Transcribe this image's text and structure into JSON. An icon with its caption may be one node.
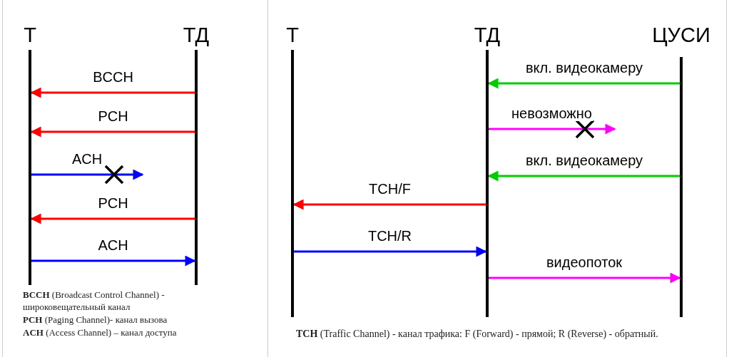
{
  "diagram": {
    "nodes": [
      {
        "text": [
          "Т"
        ]
      },
      {
        "text": [
          "ТД"
        ]
      },
      {
        "text": [
          "Т"
        ]
      },
      {
        "text": [
          "ТД"
        ]
      },
      {
        "text": [
          "ЦУСИ"
        ]
      }
    ],
    "edges": [
      {
        "from": 1,
        "to": 0,
        "arrow": "to",
        "label": "BCCH",
        "color": "#ff0000"
      },
      {
        "from": 1,
        "to": 0,
        "arrow": "to",
        "label": "PCH",
        "color": "#ff0000"
      },
      {
        "from": 0,
        "to": null,
        "arrow": "to",
        "label": "ACH",
        "color": "#0000ff"
      },
      {
        "from": 1,
        "to": 0,
        "arrow": "to",
        "label": "PCH",
        "color": "#ff0000"
      },
      {
        "from": 0,
        "to": 1,
        "arrow": "to",
        "label": "ACH",
        "color": "#0000ff"
      },
      {
        "from": 4,
        "to": 3,
        "arrow": "to",
        "label": "вкл. видеокамеру",
        "color": "#00cc00"
      },
      {
        "from": 3,
        "to": null,
        "arrow": "to",
        "label": "невозможно",
        "color": "#ff00ff"
      },
      {
        "from": 4,
        "to": 3,
        "arrow": "to",
        "label": "вкл. видеокамеру",
        "color": "#00cc00"
      },
      {
        "from": 3,
        "to": 2,
        "arrow": "to",
        "label": "TCH/F",
        "color": "#ff0000"
      },
      {
        "from": 2,
        "to": 3,
        "arrow": "to",
        "label": "TCH/R",
        "color": "#0000ff"
      },
      {
        "from": 3,
        "to": 4,
        "arrow": "to",
        "label": "видеопоток",
        "color": "#ff00ff"
      }
    ],
    "labels": [
      "**BCCH** (Broadcast Control Channel) - широковещательный канал",
      "**PCH**  (Paging Channel)- канал вызова",
      "**ACH** (Access Channel) – канал доступа",
      "**TCH**  (Traffic Channel) - канал трафика: F (Forward) - прямой; R (Reverse) -  обратный."
    ]
  }
}
